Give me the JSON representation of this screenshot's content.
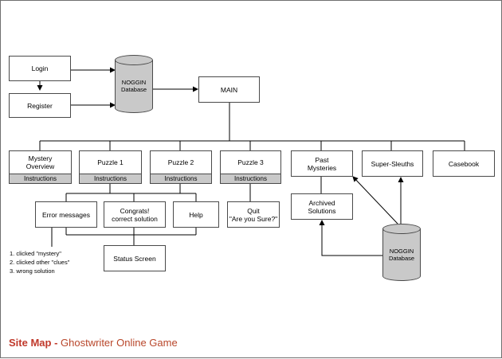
{
  "title": {
    "main": "Site Map",
    "sep": " - ",
    "sub": "Ghostwriter Online Game"
  },
  "nodes": {
    "login": "Login",
    "register": "Register",
    "noggin_top": "NOGGIN\nDatabase",
    "main": "MAIN",
    "mystery_overview": "Mystery\nOverview",
    "puzzle1": "Puzzle 1",
    "puzzle2": "Puzzle 2",
    "puzzle3": "Puzzle 3",
    "instructions": "Instructions",
    "past_mysteries": "Past\nMysteries",
    "super_sleuths": "Super-Sleuths",
    "casebook": "Casebook",
    "error_messages": "Error messages",
    "congrats": "Congrats!\ncorrect solution",
    "help": "Help",
    "quit": "Quit\n\"Are you Sure?\"",
    "archived_solutions": "Archived\nSolutions",
    "noggin_bottom": "NOGGIN\nDatabase",
    "status_screen": "Status Screen"
  },
  "error_notes": [
    "1. clicked \"mystery\"",
    "2. clicked other \"clues\"",
    "3. wrong solution"
  ],
  "colors": {
    "box_border": "#4a4a4a",
    "tab_fill": "#c9c9c9",
    "title_red": "#c0392b",
    "subtitle_orange": "#b8462a"
  }
}
